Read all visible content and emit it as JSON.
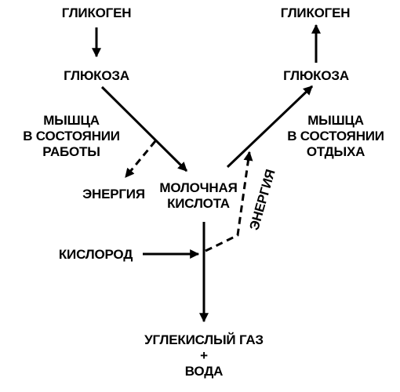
{
  "labels": {
    "glycogen_left": "ГЛИКОГЕН",
    "glycogen_right": "ГЛИКОГЕН",
    "glucose_left": "ГЛЮКОЗА",
    "glucose_right": "ГЛЮКОЗА",
    "muscle_work": [
      "МЫШЦА",
      "В СОСТОЯНИИ",
      "РАБОТЫ"
    ],
    "muscle_rest": [
      "МЫШЦА",
      "В СОСТОЯНИИ",
      "ОТДЫХА"
    ],
    "energy_left": "ЭНЕРГИЯ",
    "energy_right": "ЭНЕРГИЯ",
    "lactic_acid": [
      "МОЛОЧНАЯ",
      "КИСЛОТА"
    ],
    "oxygen": "КИСЛОРОД",
    "products": [
      "УГЛЕКИСЛЫЙ ГАЗ",
      "+",
      "ВОДА"
    ]
  },
  "colors": {
    "ink": "#000000",
    "background": "#ffffff"
  }
}
